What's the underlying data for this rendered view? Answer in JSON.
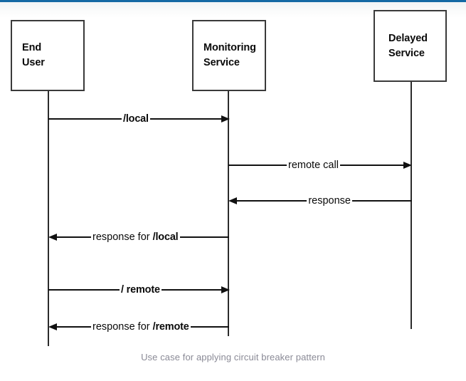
{
  "diagram": {
    "type": "sequence-diagram",
    "caption": "Use case for applying circuit breaker pattern",
    "participants": [
      {
        "id": "end-user",
        "label": "End\nUser"
      },
      {
        "id": "monitoring",
        "label": "Monitoring\nService"
      },
      {
        "id": "delayed",
        "label": "Delayed\nService"
      }
    ],
    "messages": [
      {
        "id": "local",
        "from": "end-user",
        "to": "monitoring",
        "direction": "right",
        "label": "/local",
        "label_plain": "/local",
        "style": "bold"
      },
      {
        "id": "remote-call",
        "from": "monitoring",
        "to": "delayed",
        "direction": "right",
        "label": "remote call",
        "label_plain": "remote call",
        "style": "regular"
      },
      {
        "id": "response",
        "from": "delayed",
        "to": "monitoring",
        "direction": "left",
        "label": "response",
        "label_plain": "response",
        "style": "regular"
      },
      {
        "id": "resp-local",
        "from": "monitoring",
        "to": "end-user",
        "direction": "left",
        "label_prefix": "response for ",
        "label_emphasis": "/local",
        "label_plain": "response for /local",
        "style": "mixed"
      },
      {
        "id": "remote",
        "from": "end-user",
        "to": "monitoring",
        "direction": "right",
        "label": "/ remote",
        "label_plain": "/ remote",
        "style": "bold"
      },
      {
        "id": "resp-remote",
        "from": "monitoring",
        "to": "end-user",
        "direction": "left",
        "label_prefix": "response for ",
        "label_emphasis": "/remote",
        "label_plain": "response for /remote",
        "style": "mixed"
      }
    ],
    "colors": {
      "top_bar": "#1469a4",
      "box_border": "#3a3a3a",
      "lifeline": "#2b2b2b",
      "arrow": "#111111",
      "text": "#0a0a0a",
      "caption_text": "#8a8a96",
      "background": "#ffffff"
    }
  }
}
